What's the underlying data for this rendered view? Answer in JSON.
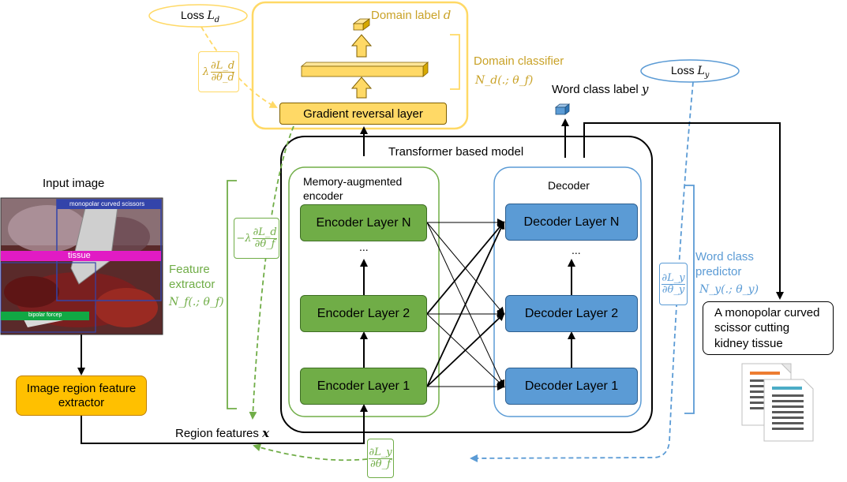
{
  "input_image": {
    "title": "Input image",
    "boxes": {
      "scissors": "monopolar curved scissors",
      "tissue": "tissue",
      "forcep": "bipolar forcep"
    }
  },
  "image_region_extractor": {
    "label": "Image region feature extractor"
  },
  "region_features": {
    "label": "Region features",
    "var": "x"
  },
  "feature_extractor": {
    "label": "Feature extractor",
    "formula": "N_f(.; θ_f)"
  },
  "domain_classifier": {
    "label": "Domain classifier",
    "formula": "N_d(.; θ_f)"
  },
  "gradient_reversal": {
    "label": "Gradient reversal layer"
  },
  "domain_label": {
    "label": "Domain label",
    "var": "d"
  },
  "loss_d": {
    "label": "Loss",
    "sub": "d"
  },
  "loss_y": {
    "label": "Loss",
    "sub": "y"
  },
  "word_class_label": {
    "label": "Word class label",
    "var": "y"
  },
  "word_class_predictor": {
    "label": "Word class predictor",
    "formula": "N_y(.; θ_y)"
  },
  "transformer": {
    "label": "Transformer based model"
  },
  "encoder": {
    "title": "Memory-augmented encoder",
    "layers": [
      "Encoder Layer N",
      "Encoder Layer 2",
      "Encoder Layer 1"
    ],
    "ellipsis": "..."
  },
  "decoder": {
    "title": "Decoder",
    "layers": [
      "Decoder Layer N",
      "Decoder Layer 2",
      "Decoder Layer 1"
    ],
    "ellipsis": "..."
  },
  "output_caption": {
    "text": "A monopolar curved scissor cutting kidney tissue"
  },
  "gradients": {
    "lambda_dLd_dthetad": {
      "coef": "λ",
      "num": "∂L_d",
      "den": "∂θ_d"
    },
    "neg_lambda_dLd_dthetaf": {
      "coef": "−λ",
      "num": "∂L_d",
      "den": "∂θ_f"
    },
    "dLy_dthetay": {
      "num": "∂L_y",
      "den": "∂θ_y"
    },
    "dLy_dthetaf": {
      "num": "∂L_y",
      "den": "∂θ_f"
    }
  },
  "colors": {
    "domain": "#c9a227",
    "domain_border": "#ffd966",
    "domain_fill": "#ffd966",
    "feature": "#70ad47",
    "word": "#5b9bd5",
    "enc_fill": "#70ad47",
    "dec_fill": "#5b9bd5",
    "extractor_fill": "#ffc000"
  }
}
